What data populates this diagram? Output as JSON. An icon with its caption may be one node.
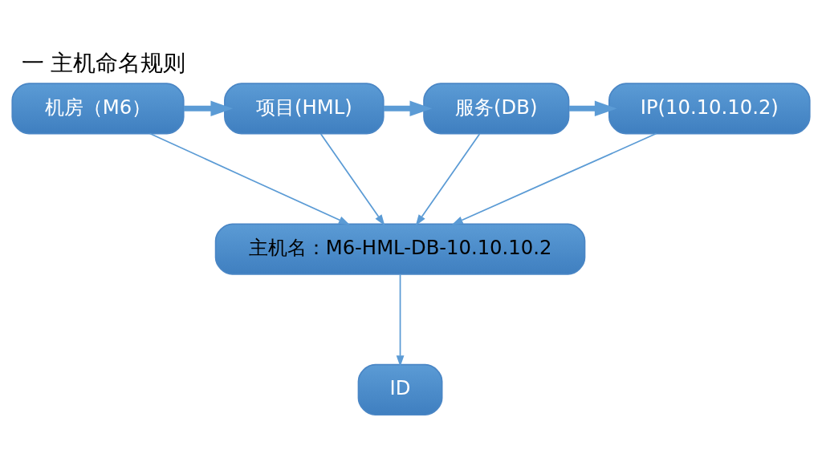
{
  "diagram": {
    "title": "一 主机命名规则",
    "nodes": [
      {
        "text": [
          "机房（M6）"
        ]
      },
      {
        "text": [
          "项目(HML)"
        ]
      },
      {
        "text": [
          "服务(DB)"
        ]
      },
      {
        "text": [
          "IP(10.10.10.2)"
        ]
      },
      {
        "text": [
          "主机名：M6-HML-DB-10.10.10.2"
        ]
      },
      {
        "text": [
          "ID"
        ]
      }
    ],
    "edges": [
      {
        "from": 0,
        "to": 1,
        "arrow": "to",
        "style": "thick"
      },
      {
        "from": 1,
        "to": 2,
        "arrow": "to",
        "style": "thick"
      },
      {
        "from": 2,
        "to": 3,
        "arrow": "to",
        "style": "thick"
      },
      {
        "from": 0,
        "to": 4,
        "arrow": "to"
      },
      {
        "from": 1,
        "to": 4,
        "arrow": "to"
      },
      {
        "from": 2,
        "to": 4,
        "arrow": "to"
      },
      {
        "from": 3,
        "to": 4,
        "arrow": "to"
      },
      {
        "from": 4,
        "to": 5,
        "arrow": "to"
      }
    ]
  }
}
